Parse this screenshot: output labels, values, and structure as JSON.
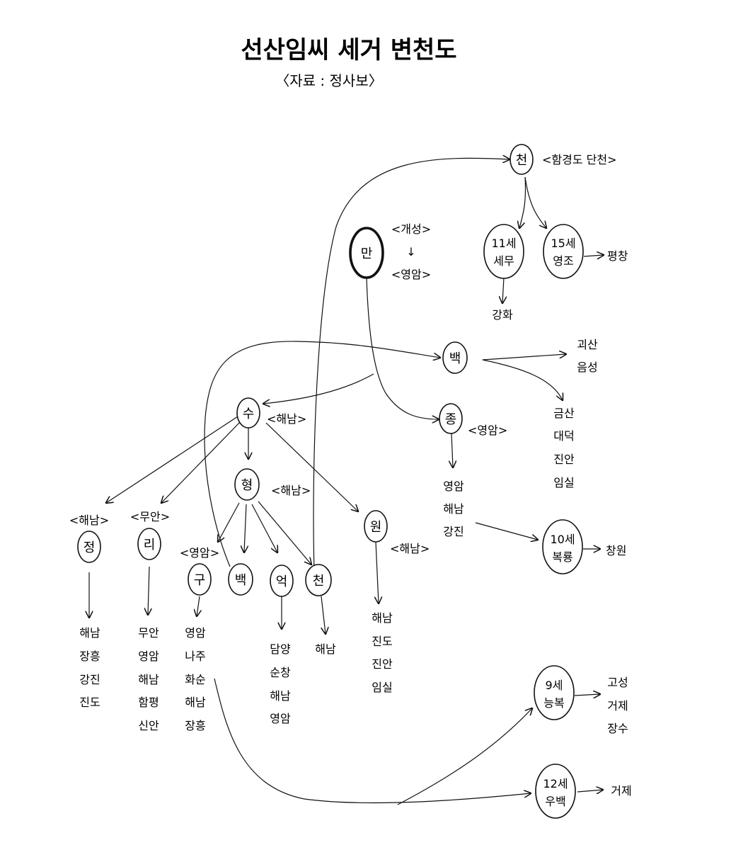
{
  "title": "선산임씨 세거 변천도",
  "subtitle": "〈자료 : 정사보〉",
  "nodes": {
    "cheon_top": "천",
    "man": "만",
    "baek_top": "백",
    "su": "수",
    "jong": "종",
    "hyeong": "형",
    "won": "원",
    "jeong": "정",
    "ri": "리",
    "gu": "구",
    "baek": "백",
    "eok": "억",
    "cheon": "천",
    "semu": [
      "11세",
      "세무"
    ],
    "yeongjo": [
      "15세",
      "영조"
    ],
    "bokryong": [
      "10세",
      "복룡"
    ],
    "neungbok": [
      "9세",
      "능복"
    ],
    "ubaek": [
      "12세",
      "우백"
    ]
  },
  "labels": {
    "cheon_top": "<함경도 단천>",
    "man_from": "<개성>",
    "man_arrow": "↓",
    "man_to": "<영암>",
    "su": "<해남>",
    "jong": "<영암>",
    "hyeong": "<해남>",
    "won": "<해남>",
    "jeong": "<해남>",
    "ri": "<무안>",
    "gu": "<영암>"
  },
  "places": {
    "yeongjo": [
      "평창"
    ],
    "semu": [
      "강화"
    ],
    "baek_top_1": [
      "괴산",
      "음성"
    ],
    "baek_top_2": [
      "금산",
      "대덕",
      "진안",
      "임실"
    ],
    "jong": [
      "영암",
      "해남",
      "강진"
    ],
    "bokryong": [
      "창원"
    ],
    "jeong": [
      "해남",
      "장흥",
      "강진",
      "진도"
    ],
    "ri": [
      "무안",
      "영암",
      "해남",
      "함평",
      "신안"
    ],
    "gu": [
      "영암",
      "나주",
      "화순",
      "해남",
      "장흥"
    ],
    "eok": [
      "담양",
      "순창",
      "해남",
      "영암"
    ],
    "cheon": [
      "해남"
    ],
    "won": [
      "해남",
      "진도",
      "진안",
      "임실"
    ],
    "neungbok": [
      "고성",
      "거제",
      "장수"
    ],
    "ubaek": [
      "거제"
    ]
  }
}
